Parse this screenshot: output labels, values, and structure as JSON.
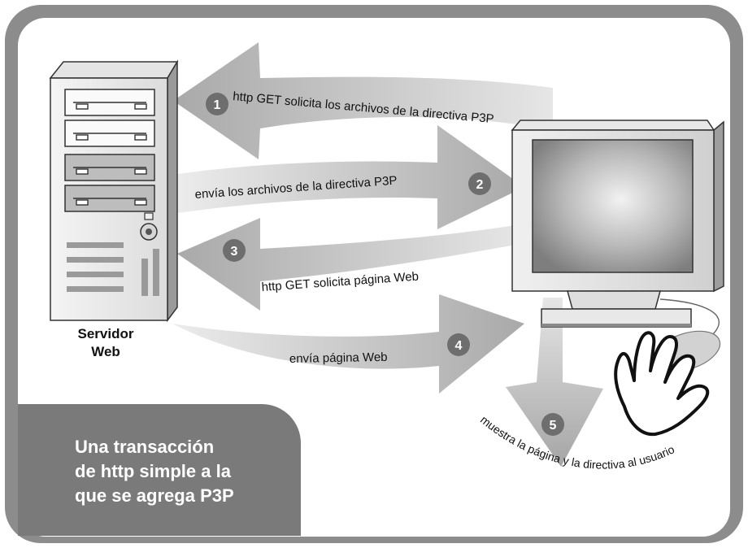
{
  "diagram": {
    "server_label": "Servidor\nWeb",
    "caption": "Una transacción\nde http simple a la\nque se agrega P3P",
    "steps": [
      {
        "number": "1",
        "label": "http GET solicita los archivos de la directiva P3P"
      },
      {
        "number": "2",
        "label": "envía los archivos de la directiva P3P"
      },
      {
        "number": "3",
        "label": "http GET solicita página Web"
      },
      {
        "number": "4",
        "label": "envía página Web"
      },
      {
        "number": "5",
        "label": "muestra la página y la directiva al usuario"
      }
    ],
    "colors": {
      "frame": "#8c8c8c",
      "arrow": "#b0b0b0",
      "badge": "#6e6e6e",
      "caption_bg": "#7a7a7a"
    }
  }
}
